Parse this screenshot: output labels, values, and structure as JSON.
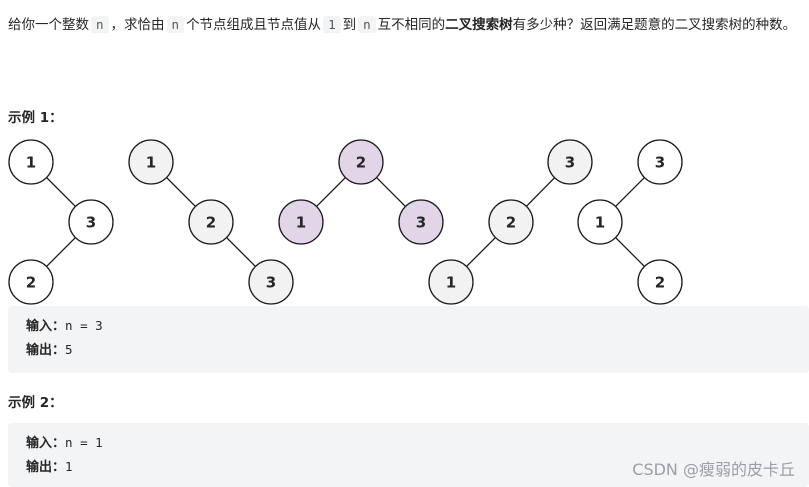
{
  "problem": {
    "p1": "给你一个整数",
    "code_n1": "n",
    "p2": "，求恰由",
    "code_n2": "n",
    "p3": "个节点组成且节点值从",
    "code_1": "1",
    "p4": "到",
    "code_n3": "n",
    "p5": "互不相同的",
    "bst": "二叉搜索树",
    "p6": "有多少种？返回满足题意的二叉搜索树的种数。"
  },
  "example1": {
    "title": "示例 1：",
    "input_label": "输入：",
    "input_value": "n = 3",
    "output_label": "输出：",
    "output_value": "5"
  },
  "example2": {
    "title": "示例 2：",
    "input_label": "输入：",
    "input_value": "n = 1",
    "output_label": "输出：",
    "output_value": "1"
  },
  "colors": {
    "node_white": "#ffffff",
    "node_gray": "#f2f2f2",
    "node_purple": "#e1d5e7",
    "stroke": "#1a1a1a"
  },
  "trees": [
    {
      "fill": "white",
      "nodes": [
        {
          "label": "1"
        },
        {
          "label": "3"
        },
        {
          "label": "2"
        }
      ]
    },
    {
      "fill": "gray",
      "nodes": [
        {
          "label": "1"
        },
        {
          "label": "2"
        },
        {
          "label": "3"
        }
      ]
    },
    {
      "fill": "purple",
      "nodes": [
        {
          "label": "2"
        },
        {
          "label": "1"
        },
        {
          "label": "3"
        }
      ]
    },
    {
      "fill": "gray",
      "nodes": [
        {
          "label": "3"
        },
        {
          "label": "2"
        },
        {
          "label": "1"
        }
      ]
    },
    {
      "fill": "white",
      "nodes": [
        {
          "label": "3"
        },
        {
          "label": "1"
        },
        {
          "label": "2"
        }
      ]
    }
  ],
  "watermark": "CSDN @瘦弱的皮卡丘"
}
